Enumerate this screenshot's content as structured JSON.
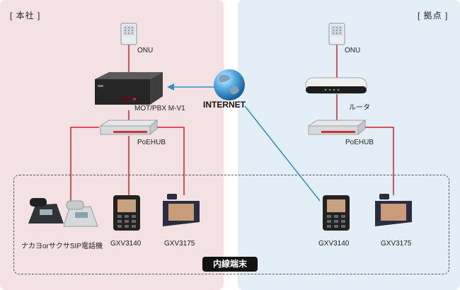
{
  "regions": {
    "headquarters": "[ 本社 ]",
    "branch": "[ 拠点 ]"
  },
  "devices": {
    "hq_onu": "ONU",
    "pbx": "MOT/PBX M-V1",
    "internet": "INTERNET",
    "hq_poe_hub": "PoEHUB",
    "br_onu": "ONU",
    "router": "ルータ",
    "br_poe_hub": "PoEHUB",
    "sip_phones": "ナカヨorサクサSIP電話機",
    "hq_gxv3140": "GXV3140",
    "hq_gxv3175": "GXV3175",
    "br_gxv3140": "GXV3140",
    "br_gxv3175": "GXV3175"
  },
  "extension_area": "内線端末",
  "colors": {
    "lan_line": "#d3222a",
    "internet_line": "#2f8fc0",
    "hq_background": "#f3e1e3",
    "branch_background": "#e4eef7"
  }
}
